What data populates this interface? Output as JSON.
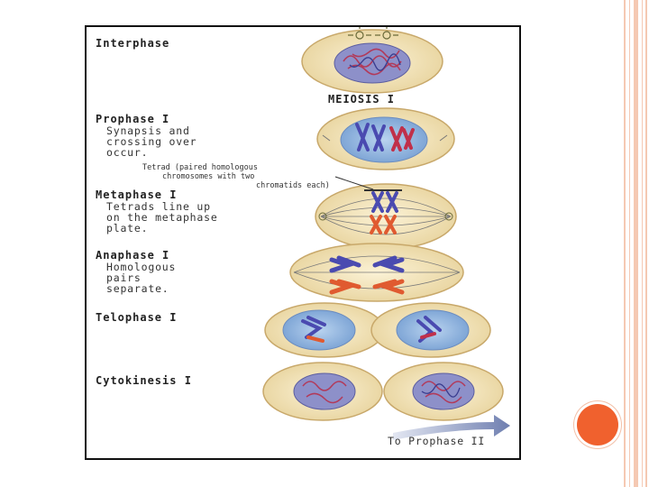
{
  "slide": {
    "accent_color": "#f0612e",
    "decor_color": "#f5c9b3"
  },
  "figure": {
    "stages": [
      {
        "title": "Interphase",
        "desc": []
      },
      {
        "title": "Prophase I",
        "desc": [
          "Synapsis and",
          "crossing over",
          "occur."
        ]
      },
      {
        "title": "Metaphase I",
        "desc": [
          "Tetrads line up",
          "on the metaphase",
          "plate."
        ]
      },
      {
        "title": "Anaphase I",
        "desc": [
          "Homologous",
          "pairs",
          "separate."
        ]
      },
      {
        "title": "Telophase I",
        "desc": []
      },
      {
        "title": "Cytokinesis I",
        "desc": []
      }
    ],
    "meiosis_label": "MEIOSIS I",
    "tetrad_note": [
      "Tetrad (paired homologous",
      "chromosomes with two",
      "chromatids each)"
    ],
    "next_label": "To Prophase II"
  }
}
